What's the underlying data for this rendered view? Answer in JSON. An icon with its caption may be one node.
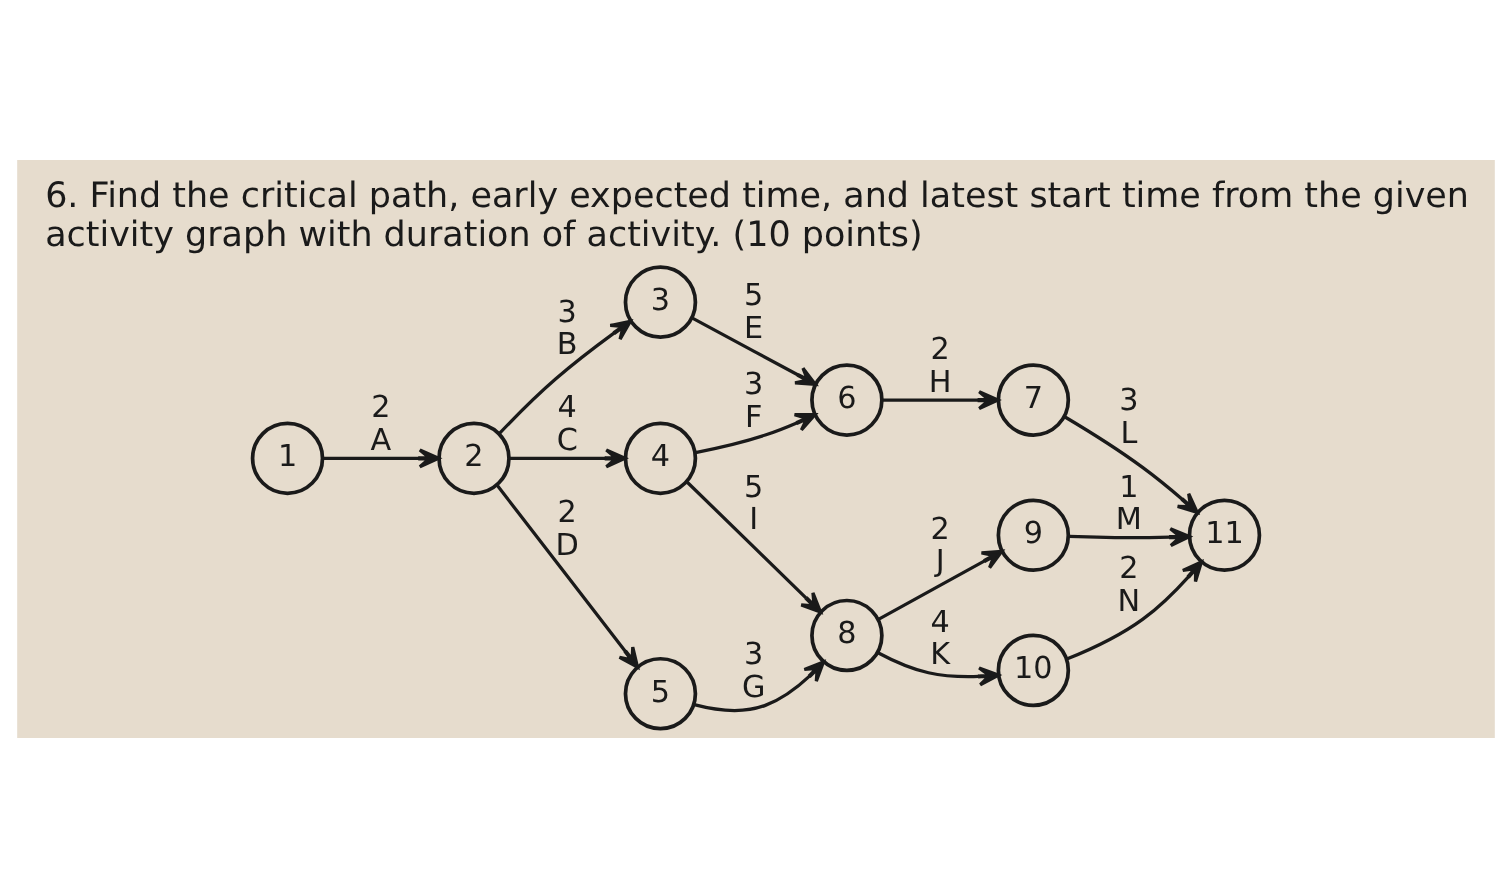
{
  "diagram": {
    "title": "6. Find the critical path, early expected time, and latest start time from the given activity graph with duration of activity. (10 points)",
    "nodes": [
      {
        "text": [
          "1"
        ]
      },
      {
        "text": [
          "2"
        ]
      },
      {
        "text": [
          "3"
        ]
      },
      {
        "text": [
          "4"
        ]
      },
      {
        "text": [
          "5"
        ]
      },
      {
        "text": [
          "6"
        ]
      },
      {
        "text": [
          "7"
        ]
      },
      {
        "text": [
          "8"
        ]
      },
      {
        "text": [
          "9"
        ]
      },
      {
        "text": [
          "10"
        ]
      },
      {
        "text": [
          "11"
        ]
      }
    ],
    "edges": [
      {
        "from": 0,
        "to": 1,
        "arrow": "to",
        "label": "2 A"
      },
      {
        "from": 1,
        "to": 2,
        "arrow": "to",
        "label": "3 B"
      },
      {
        "from": 1,
        "to": 3,
        "arrow": "to",
        "label": "4 C"
      },
      {
        "from": 1,
        "to": 4,
        "arrow": "to",
        "label": "2 D"
      },
      {
        "from": 2,
        "to": 5,
        "arrow": "to",
        "label": "5 E"
      },
      {
        "from": 3,
        "to": 5,
        "arrow": "to",
        "label": "3 F"
      },
      {
        "from": 3,
        "to": 7,
        "arrow": "to",
        "label": "5 I"
      },
      {
        "from": 4,
        "to": 7,
        "arrow": "to",
        "label": "3 G"
      },
      {
        "from": 5,
        "to": 6,
        "arrow": "to",
        "label": "2 H"
      },
      {
        "from": 6,
        "to": 10,
        "arrow": "to",
        "label": "3 L"
      },
      {
        "from": 7,
        "to": 8,
        "arrow": "to",
        "label": "2 J"
      },
      {
        "from": 7,
        "to": 9,
        "arrow": "to",
        "label": "4 K"
      },
      {
        "from": 8,
        "to": 10,
        "arrow": "to",
        "label": "1 M"
      },
      {
        "from": 9,
        "to": 10,
        "arrow": "to",
        "label": "2 N"
      }
    ]
  }
}
